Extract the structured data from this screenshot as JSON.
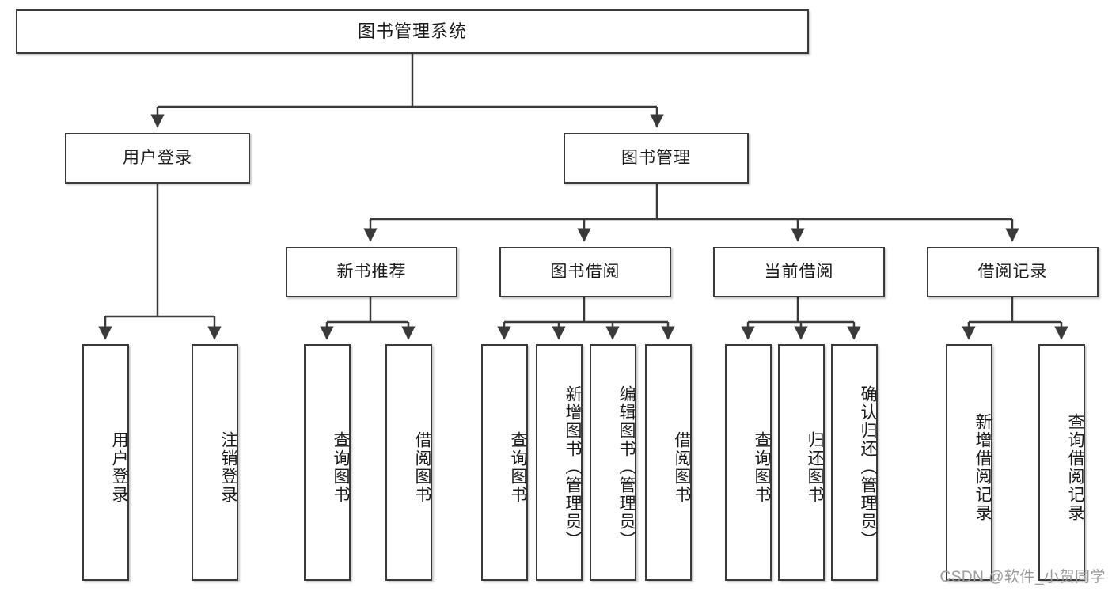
{
  "diagram": {
    "title": "图书管理系统",
    "watermark": "CSDN @软件_小贺同学",
    "colors": {
      "background": "#ffffff",
      "node_fill": "#ffffff",
      "node_stroke": "#3a3a3a",
      "edge_stroke": "#3a3a3a",
      "text": "#1a1a1a",
      "watermark": "#9a9a9a"
    },
    "root": {
      "label": "图书管理系统"
    },
    "level2": [
      {
        "label": "用户登录"
      },
      {
        "label": "图书管理"
      }
    ],
    "level3": [
      {
        "label": "新书推荐"
      },
      {
        "label": "图书借阅"
      },
      {
        "label": "当前借阅"
      },
      {
        "label": "借阅记录"
      }
    ],
    "leaves": {
      "user_login": [
        {
          "label": "用户登录"
        },
        {
          "label": "注销登录"
        }
      ],
      "new_book_recommend": [
        {
          "label": "查询图书"
        },
        {
          "label": "借阅图书"
        }
      ],
      "book_borrow": [
        {
          "label": "查询图书"
        },
        {
          "label": "新增图书（管理员）"
        },
        {
          "label": "编辑图书（管理员）"
        },
        {
          "label": "借阅图书"
        }
      ],
      "current_borrow": [
        {
          "label": "查询图书"
        },
        {
          "label": "归还图书"
        },
        {
          "label": "确认归还（管理员）"
        }
      ],
      "borrow_records": [
        {
          "label": "新增借阅记录"
        },
        {
          "label": "查询借阅记录"
        }
      ]
    }
  }
}
